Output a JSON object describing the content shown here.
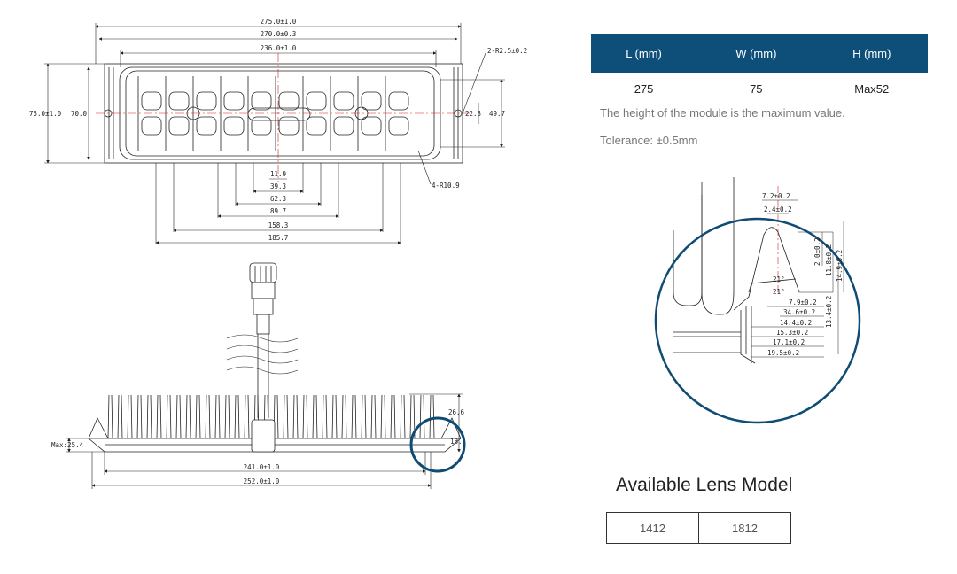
{
  "top_view": {
    "dims": {
      "overall_length": "275.0±1.0",
      "inner_length": "270.0±0.3",
      "housing_length": "236.0±1.0",
      "corner_r_small": "2-R2.5±0.2",
      "corner_r_large": "4-R10.9",
      "overall_width": "75.0±1.0",
      "inner_width": "70.0",
      "hole_spacing": "22.3",
      "width_497": "49.7",
      "d1": "11.9",
      "d2": "39.3",
      "d3": "62.3",
      "d4": "89.7",
      "d5": "158.3",
      "d6": "185.7"
    }
  },
  "side_view": {
    "dims": {
      "max_height": "Max:25.4",
      "h266": "26.6",
      "h18": "18.",
      "base_length": "241.0±1.0",
      "total_length": "252.0±1.0"
    }
  },
  "detail_view": {
    "dims": {
      "d72": "7.2±0.2",
      "d24": "2.4±0.2",
      "v20": "2.0±0.2",
      "v118": "11.8±0.2",
      "v149": "14.9±0.2",
      "v134": "13.4±0.2",
      "angle1": "21°",
      "angle2": "21°",
      "d79": "7.9±0.2",
      "d346": "34.6±0.2",
      "d144": "14.4±0.2",
      "d153": "15.3±0.2",
      "d171": "17.1±0.2",
      "d195": "19.5±0.2"
    }
  },
  "spec_table": {
    "headers": [
      "L (mm)",
      "W (mm)",
      "H (mm)"
    ],
    "values": [
      "275",
      "75",
      "Max52"
    ]
  },
  "notes": {
    "height": "The height of the module is the maximum value.",
    "tolerance": "Tolerance:  ±0.5mm"
  },
  "lens": {
    "title": "Available Lens Model",
    "models": [
      "1412",
      "1812"
    ]
  },
  "colors": {
    "accent": "#0e4f7a",
    "circle": "#0f4c73",
    "red": "#d62020"
  }
}
